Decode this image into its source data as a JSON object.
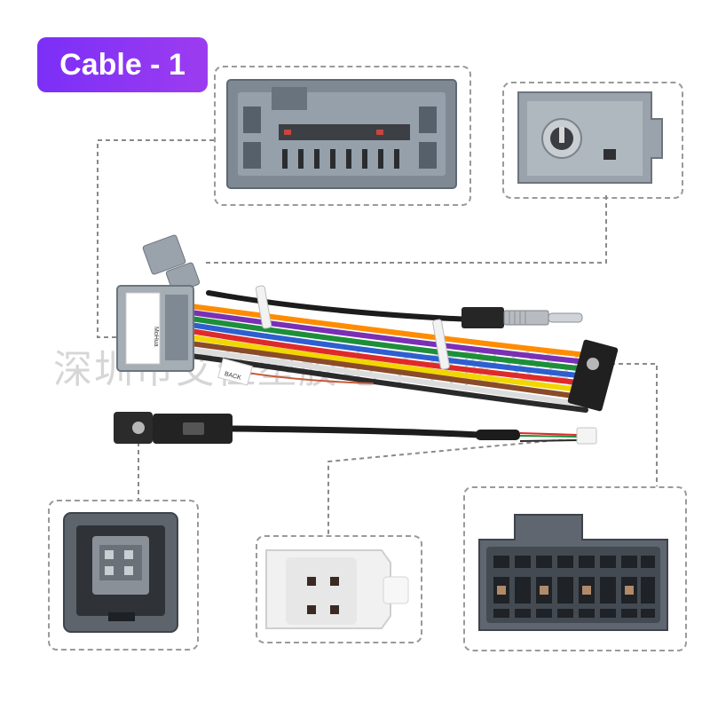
{
  "badge": {
    "label": "Cable - 1"
  },
  "watermark": {
    "text": "深圳市艾佳塑胶电子有限公司"
  },
  "connector_label": {
    "brand": "MoHua",
    "back_tag": "BACK"
  },
  "colors": {
    "badge": "#8b35f4",
    "housing": "#7f8a94",
    "wire_black": "#1c1c1c"
  }
}
